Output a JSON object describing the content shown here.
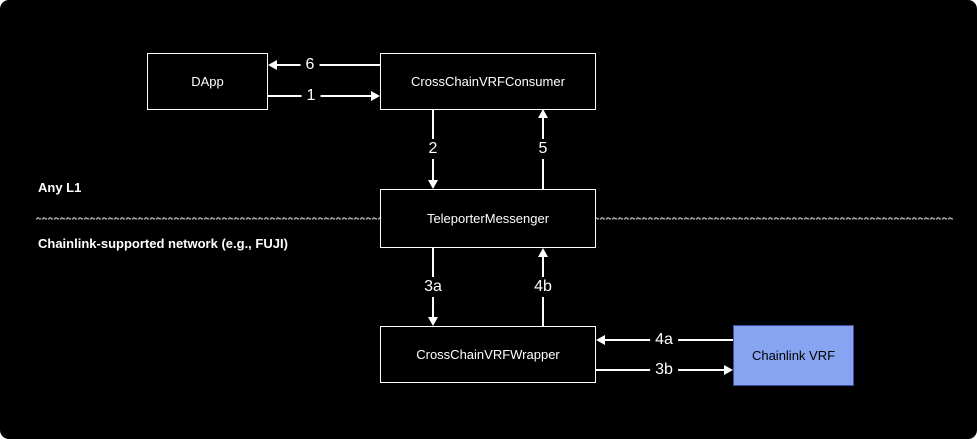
{
  "regions": {
    "top": "Any L1",
    "bottom": "Chainlink-supported network (e.g., FUJI)"
  },
  "nodes": [
    {
      "id": "dapp",
      "label": "DApp"
    },
    {
      "id": "cross-chain-vrf-consumer",
      "label": "CrossChainVRFConsumer"
    },
    {
      "id": "teleporter-messenger",
      "label": "TeleporterMessenger"
    },
    {
      "id": "cross-chain-vrf-wrapper",
      "label": "CrossChainVRFWrapper"
    },
    {
      "id": "chainlink-vrf",
      "label": "Chainlink VRF"
    }
  ],
  "edges": [
    {
      "label": "6",
      "from": "CrossChainVRFConsumer",
      "to": "DApp"
    },
    {
      "label": "1",
      "from": "DApp",
      "to": "CrossChainVRFConsumer"
    },
    {
      "label": "2",
      "from": "CrossChainVRFConsumer",
      "to": "TeleporterMessenger"
    },
    {
      "label": "5",
      "from": "TeleporterMessenger",
      "to": "CrossChainVRFConsumer"
    },
    {
      "label": "3a",
      "from": "TeleporterMessenger",
      "to": "CrossChainVRFWrapper"
    },
    {
      "label": "4b",
      "from": "CrossChainVRFWrapper",
      "to": "TeleporterMessenger"
    },
    {
      "label": "4a",
      "from": "Chainlink VRF",
      "to": "CrossChainVRFWrapper"
    },
    {
      "label": "3b",
      "from": "CrossChainVRFWrapper",
      "to": "Chainlink VRF"
    }
  ],
  "colors": {
    "background": "#000000",
    "box_border": "#ffffff",
    "box_text": "#ffffff",
    "arrow": "#ffffff",
    "divider": "#b9b9b9",
    "chainlink_fill": "#86a4f1",
    "chainlink_border": "#3e4fa3",
    "chainlink_text": "#000000"
  }
}
